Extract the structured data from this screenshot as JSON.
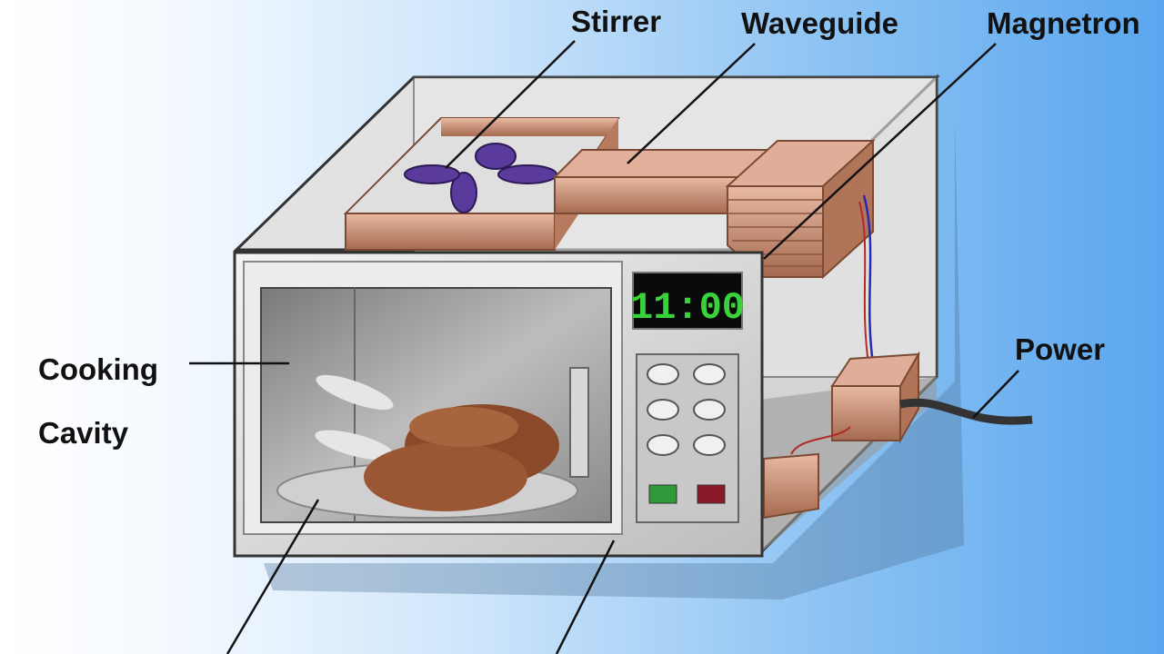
{
  "labels": {
    "stirrer": "Stirrer",
    "waveguide": "Waveguide",
    "magnetron": "Magnetron",
    "power": "Power",
    "cooking": "Cooking",
    "cavity": "Cavity"
  },
  "display": {
    "time": "11:00",
    "color": "#39d23a"
  },
  "colors": {
    "copper": "#c98e72",
    "stirrer": "#5a3a9a",
    "body": "#d9d9d9"
  }
}
